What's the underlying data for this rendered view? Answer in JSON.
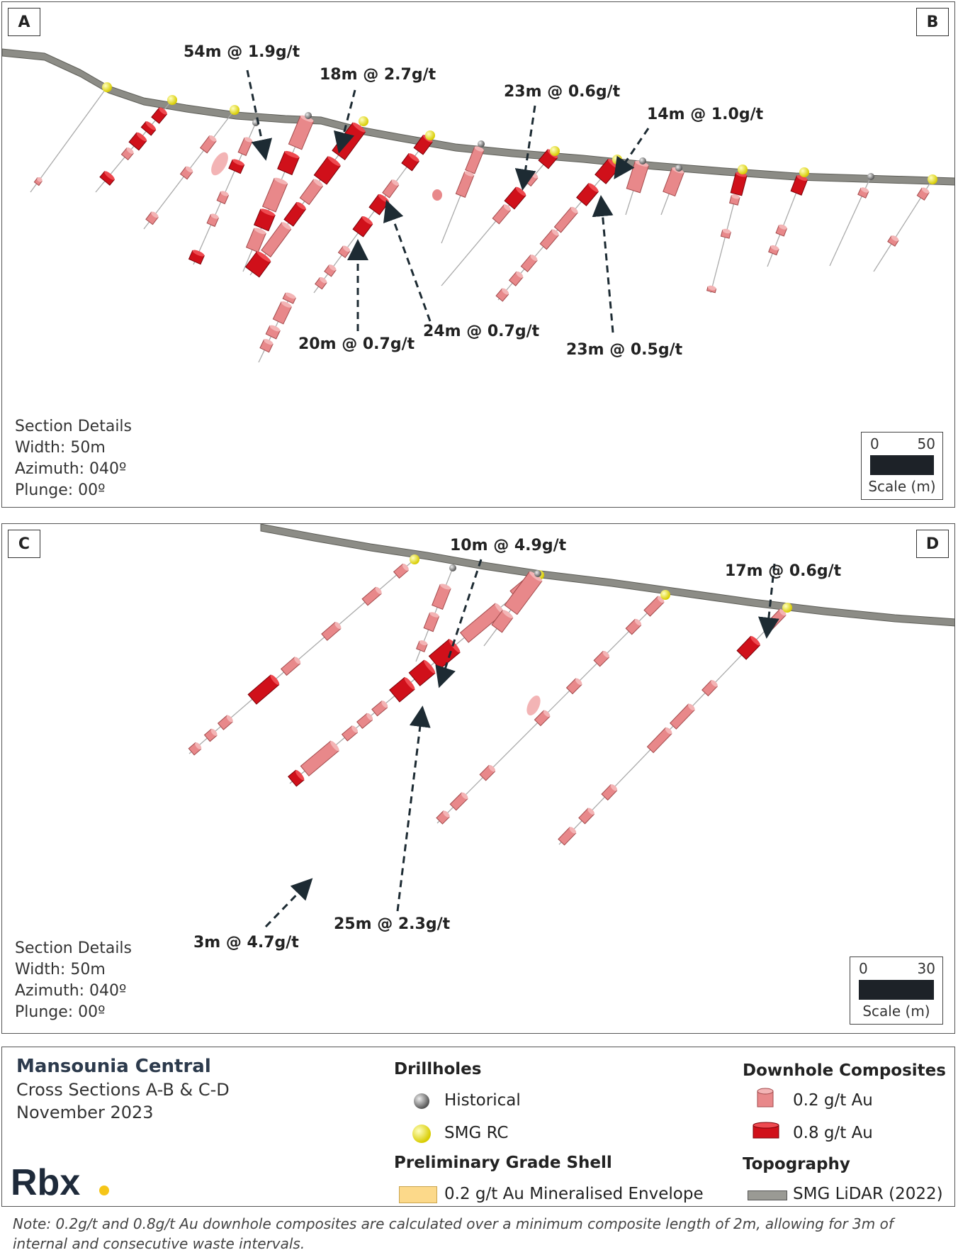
{
  "sections": [
    {
      "start_label": "A",
      "end_label": "B",
      "annotations": [
        "54m @ 1.9g/t",
        "18m @ 2.7g/t",
        "23m @ 0.6g/t",
        "14m @ 1.0g/t",
        "20m @ 0.7g/t",
        "24m @ 0.7g/t",
        "23m @ 0.5g/t"
      ],
      "details": {
        "heading": "Section Details",
        "width": "Width: 50m",
        "azimuth": "Azimuth: 040º",
        "plunge": "Plunge: 00º"
      },
      "scale": {
        "min": "0",
        "max": "50",
        "unit": "Scale (m)"
      }
    },
    {
      "start_label": "C",
      "end_label": "D",
      "annotations": [
        "10m @ 4.9g/t",
        "17m @ 0.6g/t",
        "3m @ 4.7g/t",
        "25m @ 2.3g/t"
      ],
      "details": {
        "heading": "Section Details",
        "width": "Width: 50m",
        "azimuth": "Azimuth: 040º",
        "plunge": "Plunge: 00º"
      },
      "scale": {
        "min": "0",
        "max": "30",
        "unit": "Scale (m)"
      }
    }
  ],
  "legend": {
    "title": "Mansounia Central",
    "subtitle": "Cross Sections A-B & C-D",
    "date": "November 2023",
    "drillholes_heading": "Drillholes",
    "drillholes": [
      "Historical",
      "SMG RC"
    ],
    "grade_shell_heading": "Preliminary Grade Shell",
    "grade_shell_item": "0.2 g/t Au Mineralised Envelope",
    "composites_heading": "Downhole Composites",
    "composites": [
      "0.2 g/t Au",
      "0.8 g/t Au"
    ],
    "topography_heading": "Topography",
    "topography_item": "SMG LiDAR (2022)",
    "logo": "Rbx.",
    "colors": {
      "composite_low": "#e8888a",
      "composite_high": "#d0101a",
      "collar_smg": "#f2ee10",
      "collar_historical": "#8a8a8a",
      "topography": "#8c8c86",
      "grade_shell": "#fcd98a"
    }
  },
  "note": "Note: 0.2g/t and 0.8g/t Au downhole composites are calculated over a minimum composite length of 2m, allowing for 3m of internal and consecutive waste intervals."
}
